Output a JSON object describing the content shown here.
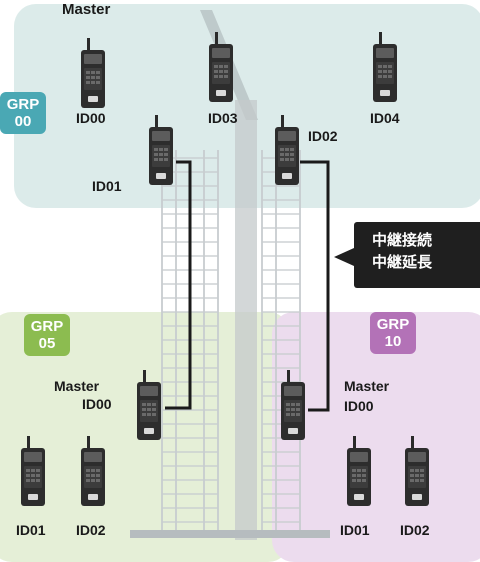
{
  "groups": {
    "grp00": {
      "badge_top": "GRP",
      "badge_bottom": "00"
    },
    "grp05": {
      "badge_top": "GRP",
      "badge_bottom": "05"
    },
    "grp10": {
      "badge_top": "GRP",
      "badge_bottom": "10"
    }
  },
  "labels": {
    "grp00_master": "Master",
    "grp00_id00": "ID00",
    "grp00_id01": "ID01",
    "grp00_id02": "ID02",
    "grp00_id03": "ID03",
    "grp00_id04": "ID04",
    "grp05_master": "Master",
    "grp05_id00": "ID00",
    "grp05_id01": "ID01",
    "grp05_id02": "ID02",
    "grp10_master": "Master",
    "grp10_id00": "ID00",
    "grp10_id01": "ID01",
    "grp10_id02": "ID02"
  },
  "callout": {
    "line1": "中継接続",
    "line2": "中継延長"
  },
  "colors": {
    "zone_grp00": "#dcebea",
    "zone_grp05": "#e5efd7",
    "zone_grp10": "#ecdcee",
    "badge_grp00": "#4aa8b4",
    "badge_grp05": "#8cbc50",
    "badge_grp10": "#b372b7",
    "link_line": "#1a1a1a"
  }
}
